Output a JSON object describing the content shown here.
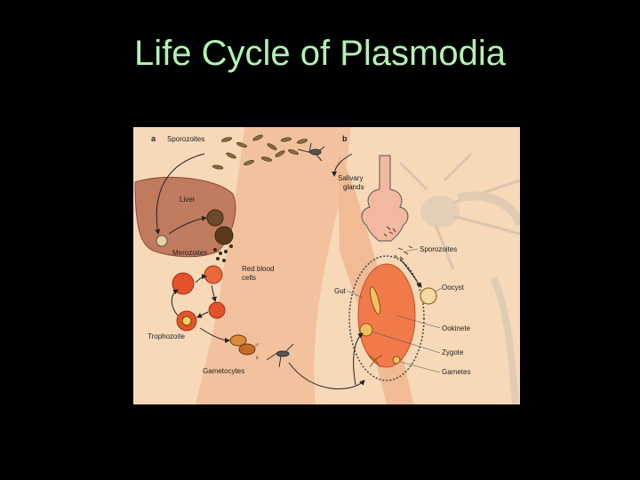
{
  "slide": {
    "title": "Life Cycle of Plasmodia"
  },
  "figure": {
    "panel_a": "a",
    "panel_b": "b",
    "labels": {
      "sporozoites_top": "Sporozoites",
      "liver": "Liver",
      "merozoites": "Merozoites",
      "red_blood_1": "Red blood",
      "red_blood_2": "cells",
      "trophozoite": "Trophozoite",
      "gametocytes": "Gametocytes",
      "male_symbol": "♂",
      "female_symbol": "♀",
      "salivary_1": "Salivary",
      "salivary_2": "glands",
      "sporozoites_b": "Sporozoites",
      "gut": "Gut",
      "oocyst": "Oocyst",
      "ookinete": "Ookinete",
      "zygote": "Zygote",
      "gametes": "Gametes"
    },
    "colors": {
      "background": "#f7d9b8",
      "body": "#f2c29e",
      "liver": "#c07a5e",
      "rbc": "#e4522a",
      "gut": "#f07a4a",
      "arrow": "#222222"
    }
  }
}
